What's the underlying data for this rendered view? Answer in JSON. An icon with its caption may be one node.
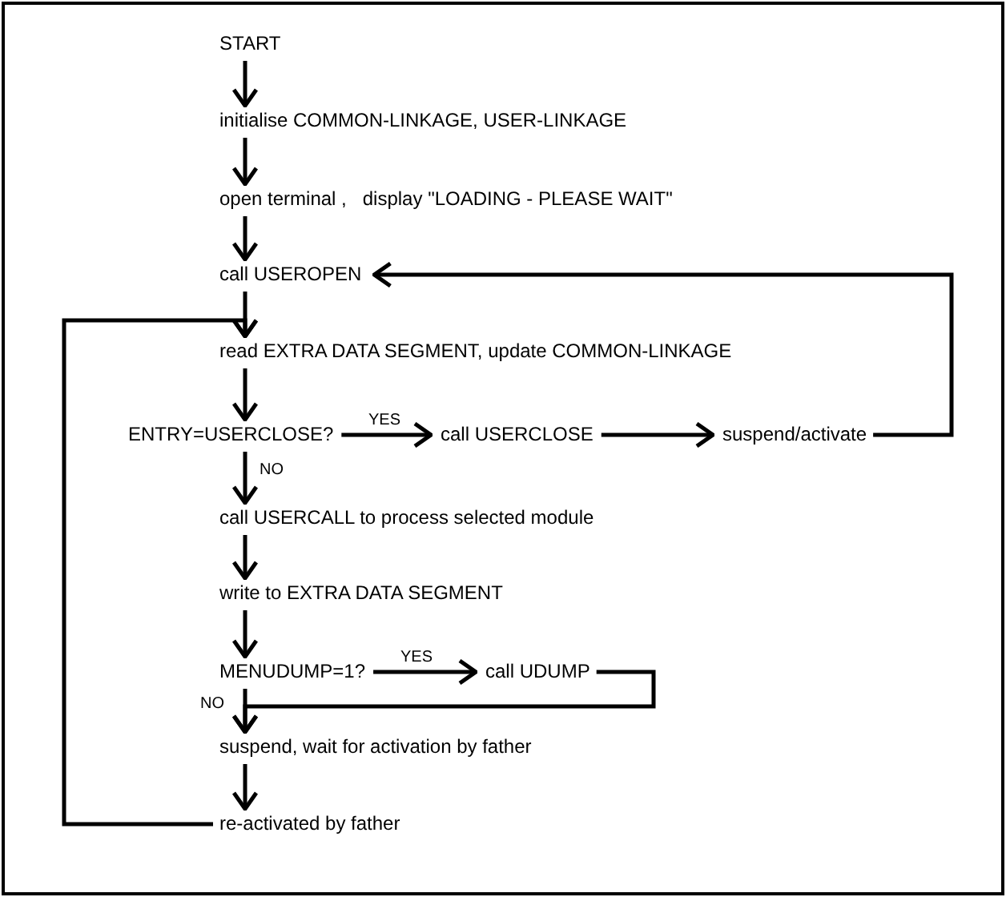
{
  "diagram": {
    "nodes": [
      {
        "text": [
          "START"
        ]
      },
      {
        "text": [
          "initialise COMMON-LINKAGE, USER-LINKAGE"
        ]
      },
      {
        "text": [
          "open terminal ,   display \"LOADING - PLEASE WAIT\""
        ]
      },
      {
        "text": [
          "call USEROPEN"
        ]
      },
      {
        "text": [
          "read EXTRA DATA SEGMENT, update COMMON-LINKAGE"
        ]
      },
      {
        "text": [
          "ENTRY=USERCLOSE?"
        ]
      },
      {
        "text": [
          "call USERCLOSE"
        ]
      },
      {
        "text": [
          "suspend/activate"
        ]
      },
      {
        "text": [
          "call USERCALL to process selected module"
        ]
      },
      {
        "text": [
          "write to EXTRA DATA SEGMENT"
        ]
      },
      {
        "text": [
          "MENUDUMP=1?"
        ]
      },
      {
        "text": [
          "call UDUMP"
        ]
      },
      {
        "text": [
          "suspend, wait for activation by father"
        ]
      },
      {
        "text": [
          "re-activated by father"
        ]
      }
    ],
    "edges": [
      {
        "from": 0,
        "to": 1,
        "arrow": "to"
      },
      {
        "from": 1,
        "to": 2,
        "arrow": "to"
      },
      {
        "from": 2,
        "to": 3,
        "arrow": "to"
      },
      {
        "from": 3,
        "to": 4,
        "arrow": "to"
      },
      {
        "from": 4,
        "to": 5,
        "arrow": "to"
      },
      {
        "from": 5,
        "to": 6,
        "arrow": "to",
        "label": "YES"
      },
      {
        "from": 6,
        "to": 7,
        "arrow": "to"
      },
      {
        "from": 7,
        "to": 3,
        "arrow": "to"
      },
      {
        "from": 5,
        "to": 8,
        "arrow": "to",
        "label": "NO"
      },
      {
        "from": 8,
        "to": 9,
        "arrow": "to"
      },
      {
        "from": 9,
        "to": 10,
        "arrow": "to"
      },
      {
        "from": 10,
        "to": 11,
        "arrow": "to",
        "label": "YES"
      },
      {
        "from": 11,
        "to": 12,
        "arrow": "to"
      },
      {
        "from": 10,
        "to": 12,
        "arrow": "to",
        "label": "NO"
      },
      {
        "from": 12,
        "to": 13,
        "arrow": "to"
      },
      {
        "from": 13,
        "to": 4,
        "arrow": "to"
      }
    ]
  }
}
